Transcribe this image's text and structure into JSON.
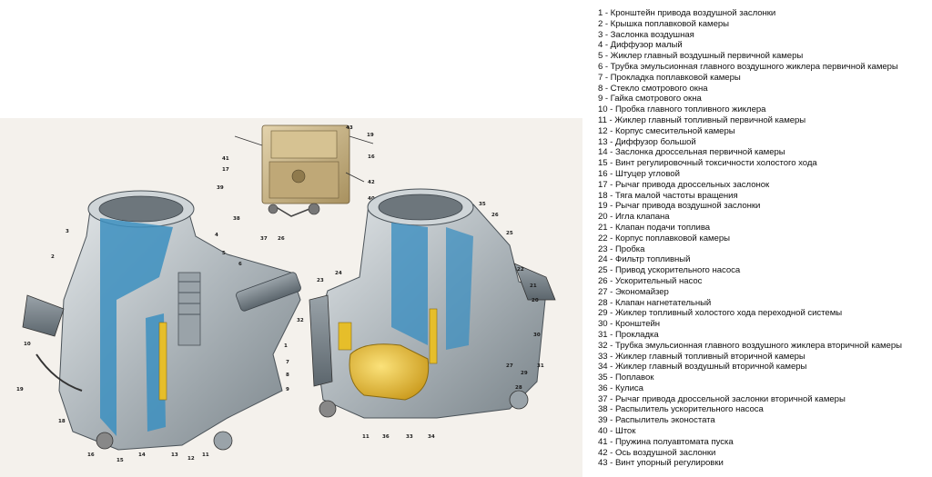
{
  "legend": [
    "1 - Кронштейн привода воздушной заслонки",
    "2 - Крышка поплавковой камеры",
    "3 - Заслонка воздушная",
    "4 - Диффузор малый",
    "5 - Жиклер главный воздушный первичной камеры",
    "6 - Трубка эмульсионная главного воздушного жиклера первичной камеры",
    "7 - Прокладка поплавковой камеры",
    "8 - Стекло смотрового окна",
    "9 - Гайка смотрового окна",
    "10 - Пробка главного топливного жиклера",
    "11 - Жиклер главный топливный первичной камеры",
    "12 - Корпус смесительной камеры",
    "13 - Диффузор большой",
    "14 - Заслонка дроссельная первичной камеры",
    "15 - Винт регулировочный токсичности холостого хода",
    "16 - Штуцер угловой",
    "17 - Рычаг привода дроссельных заслонок",
    "18 - Тяга малой частоты вращения",
    "19 - Рычаг привода воздушной заслонки",
    "20 - Игла клапана",
    "21 - Клапан подачи топлива",
    "22 - Корпус поплавковой камеры",
    "23 - Пробка",
    "24 - Фильтр топливный",
    "25 - Привод ускорительного насоса",
    "26 - Ускорительный насос",
    "27 - Экономайзер",
    "28 - Клапан нагнетательный",
    "29 - Жиклер топливный холостого хода переходной системы",
    "30 - Кронштейн",
    "31 - Прокладка",
    "32 - Трубка эмульсионная главного воздушного жиклера вторичной камеры",
    "33 - Жиклер главный топливный вторичной камеры",
    "34 - Жиклер главный воздушный вторичной камеры",
    "35 - Поплавок",
    "36 - Кулиса",
    "37 - Рычаг привода дроссельной заслонки вторичной камеры",
    "38 - Распылитель ускорительного насоса",
    "39 - Распылитель эконостата",
    "40 - Шток",
    "41 - Пружина полуавтомата пуска",
    "42 - Ось воздушной заслонки",
    "43 - Винт упорный регулировки"
  ],
  "callouts": {
    "small_view": [
      "43",
      "19",
      "41",
      "17",
      "16",
      "42",
      "40",
      "37",
      "26"
    ],
    "left_view": [
      "39",
      "38",
      "3",
      "2",
      "4",
      "5",
      "6",
      "1",
      "7",
      "8",
      "9",
      "10",
      "19",
      "18",
      "16",
      "15",
      "14",
      "13",
      "12",
      "11"
    ],
    "right_view": [
      "35",
      "26",
      "25",
      "24",
      "23",
      "22",
      "21",
      "20",
      "30",
      "29",
      "28",
      "27",
      "32",
      "31",
      "33",
      "34",
      "36",
      "11"
    ]
  },
  "colors": {
    "metal": "#b9c0c4",
    "channel_blue": "#3c8fc0",
    "float_yellow": "#e6be2a",
    "beige_body": "#c9b48a",
    "background": "#ffffff"
  }
}
